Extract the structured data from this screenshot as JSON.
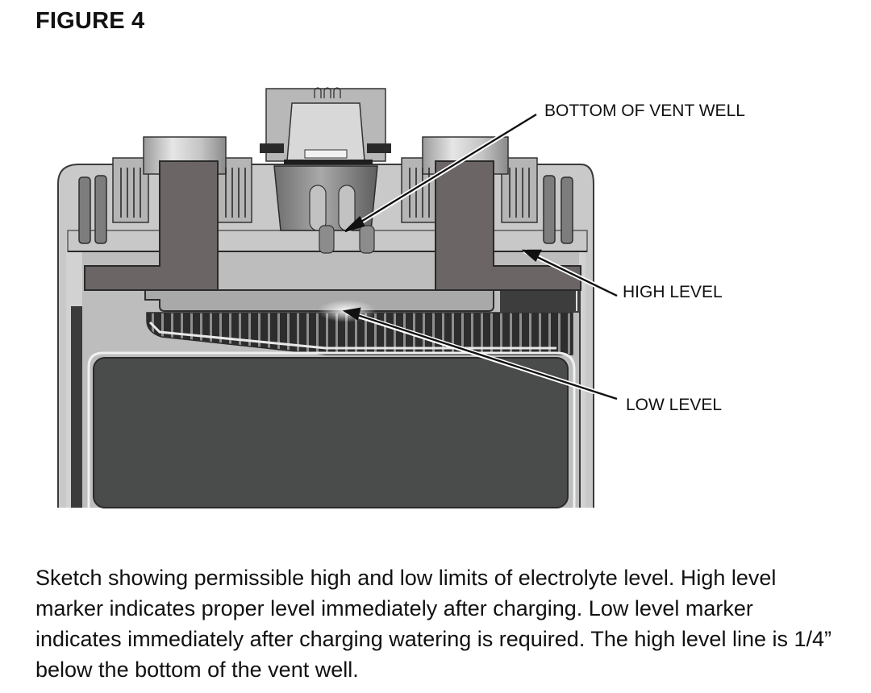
{
  "figure": {
    "title": "FIGURE 4"
  },
  "labels": {
    "vent_well": "BOTTOM OF VENT WELL",
    "high_level": "HIGH LEVEL",
    "low_level": "LOW LEVEL"
  },
  "caption": "Sketch showing permissible high and low limits of electrolyte level. High level marker indicates proper level immediately after charging. Low level marker indicates immediately after charging watering is required. The high level line is 1/4” below the bottom of the vent well."
}
